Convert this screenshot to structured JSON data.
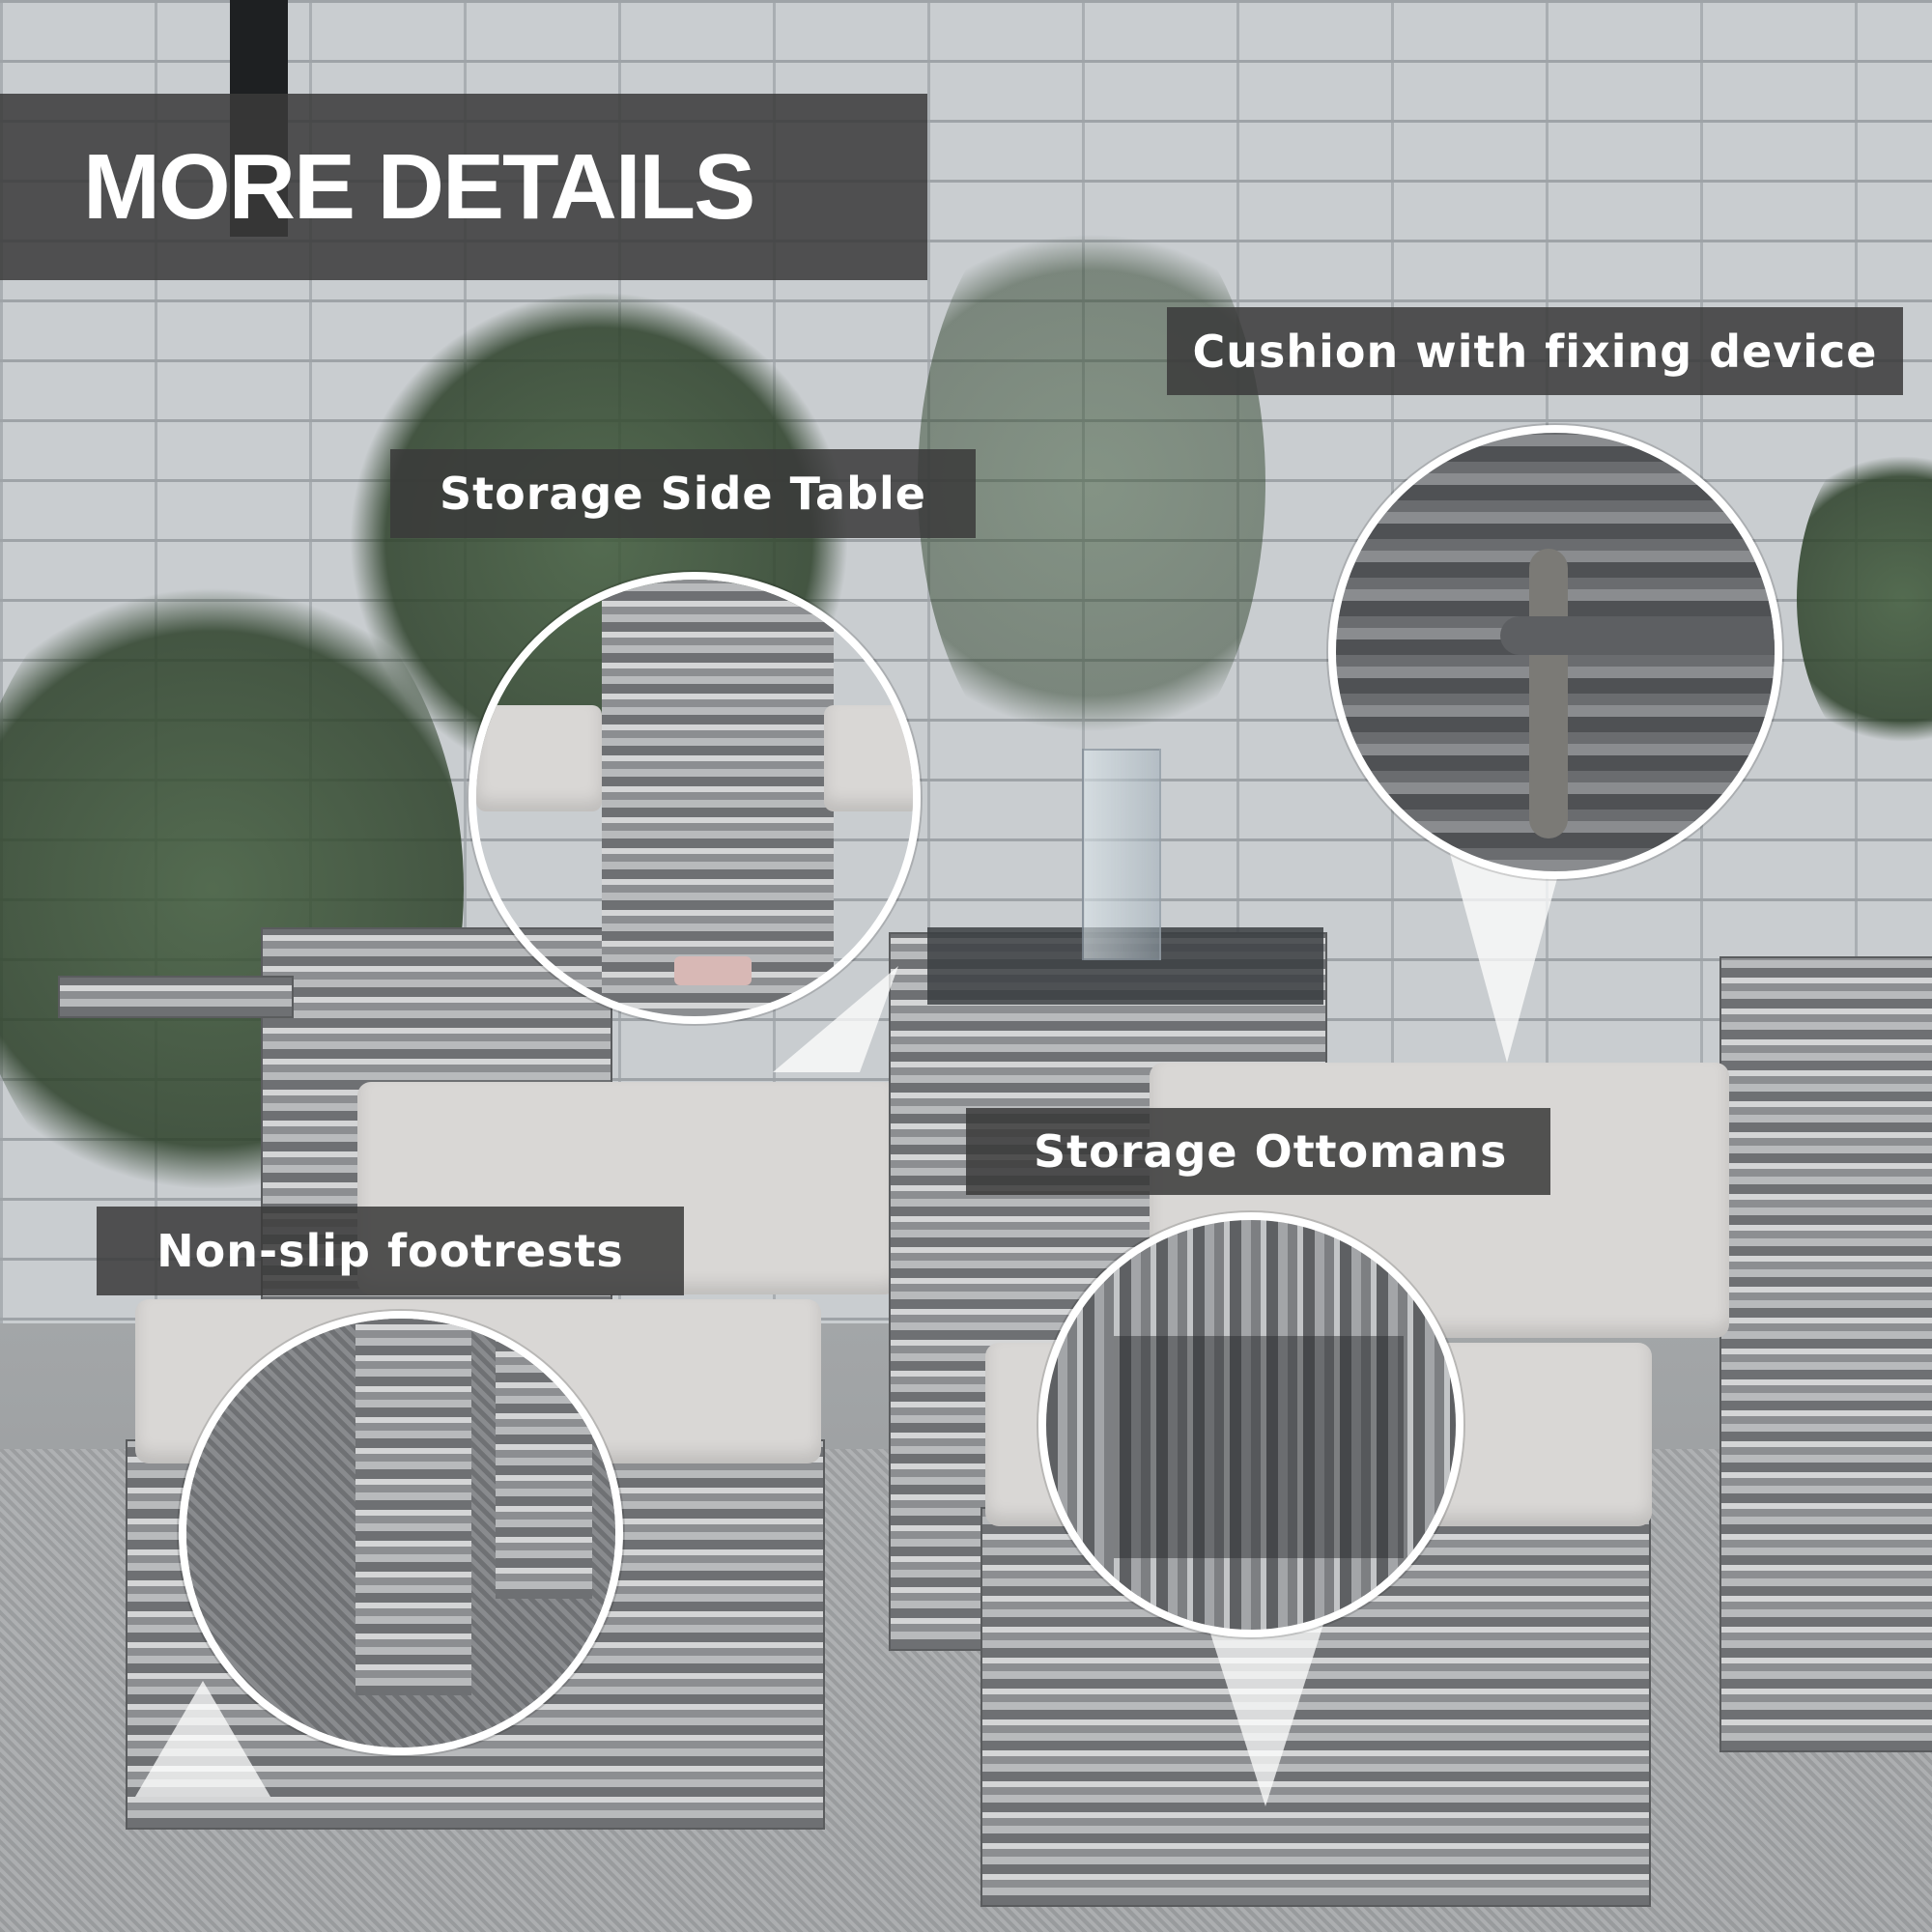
{
  "header": {
    "title": "MORE DETAILS"
  },
  "callouts": [
    {
      "id": "cushion",
      "label": "Cushion with fixing device"
    },
    {
      "id": "side-table",
      "label": "Storage Side Table"
    },
    {
      "id": "ottomans",
      "label": "Storage Ottomans"
    },
    {
      "id": "footrests",
      "label": "Non-slip footrests"
    }
  ],
  "colors": {
    "label_bg": "#3a3a3a",
    "label_text": "#ffffff",
    "wicker_dark": "#6e7073",
    "wicker_light": "#d4d5d6",
    "cushion": "#d9d7d5",
    "circle_border": "#ffffff"
  }
}
